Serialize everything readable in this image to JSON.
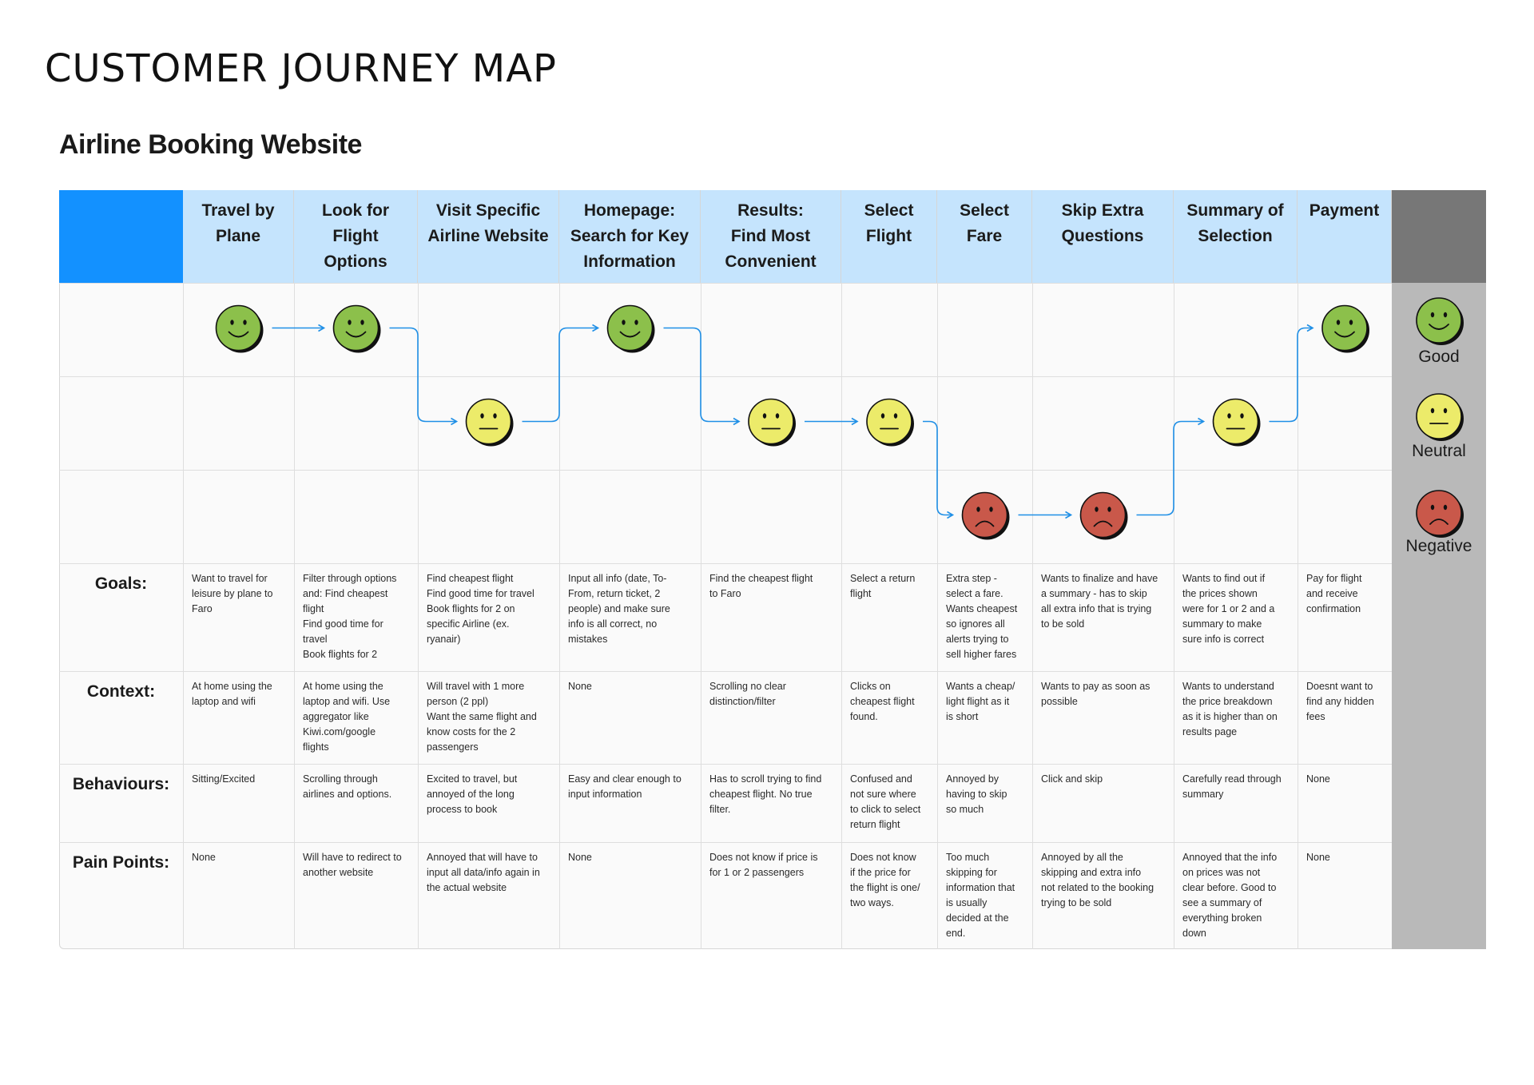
{
  "page": {
    "title": "CUSTOMER JOURNEY MAP",
    "subtitle": "Airline Booking Website"
  },
  "colors": {
    "corner": "#1391ff",
    "step_header": "#c5e4fd",
    "legend_header": "#777777",
    "legend_column": "#b9b9b9",
    "arrow": "#1f8fe6",
    "good": "#8cc04b",
    "neutral": "#eceb6a",
    "negative": "#c9584a"
  },
  "steps": [
    {
      "label": "Travel by\nPlane",
      "emotion": "good"
    },
    {
      "label": "Look for\nFlight\nOptions",
      "emotion": "good"
    },
    {
      "label": "Visit Specific\nAirline Website",
      "emotion": "neutral"
    },
    {
      "label": "Homepage:\nSearch for Key\nInformation",
      "emotion": "good"
    },
    {
      "label": "Results:\nFind Most\nConvenient",
      "emotion": "neutral"
    },
    {
      "label": "Select\nFlight",
      "emotion": "neutral"
    },
    {
      "label": "Select\nFare",
      "emotion": "negative"
    },
    {
      "label": "Skip Extra\nQuestions",
      "emotion": "negative"
    },
    {
      "label": "Summary of\nSelection",
      "emotion": "neutral"
    },
    {
      "label": "Payment",
      "emotion": "good"
    }
  ],
  "legend": [
    {
      "key": "good",
      "label": "Good",
      "icon": "happy-face-icon"
    },
    {
      "key": "neutral",
      "label": "Neutral",
      "icon": "neutral-face-icon"
    },
    {
      "key": "negative",
      "label": "Negative",
      "icon": "sad-face-icon"
    }
  ],
  "rows": [
    {
      "label": "Goals:",
      "cells": [
        "Want to travel for\nleisure by plane to\nFaro",
        "Filter through options\nand: Find cheapest\nflight\nFind good time for\ntravel\nBook flights for 2",
        "Find cheapest flight\nFind good time for travel\nBook flights for 2 on\nspecific Airline (ex.\nryanair)",
        "Input all info (date, To-\nFrom, return ticket, 2\npeople) and make sure\ninfo is all correct, no\nmistakes",
        "Find the cheapest flight\nto Faro",
        "Select a return\nflight",
        "Extra step -\nselect a fare.\nWants cheapest\nso ignores all\nalerts trying to\nsell higher fares",
        "Wants to finalize and have\na summary - has to skip\nall extra info that is trying\nto be sold",
        "Wants to find out if\nthe prices shown\nwere for 1 or 2 and a\nsummary to make\nsure info is correct",
        "Pay for flight\nand receive\nconfirmation"
      ]
    },
    {
      "label": "Context:",
      "cells": [
        "At home using the\nlaptop and wifi",
        "At home using the\nlaptop and wifi. Use\naggregator like\nKiwi.com/google\nflights",
        "Will travel with 1 more\nperson (2 ppl)\nWant the same flight and\nknow costs for the 2\npassengers",
        "None",
        "Scrolling no clear\ndistinction/filter",
        "Clicks on\ncheapest flight\nfound.",
        "Wants a cheap/\nlight flight as it\nis short",
        "Wants to pay as soon as\npossible",
        "Wants to understand\nthe price breakdown\nas it is higher than on\nresults page",
        "Doesnt want to\nfind any hidden\nfees"
      ]
    },
    {
      "label": "Behaviours:",
      "cells": [
        "Sitting/Excited",
        "Scrolling through\nairlines and options.",
        "Excited to travel, but\nannoyed of the long\nprocess to book",
        "Easy and clear enough to\ninput information",
        "Has to scroll trying to find\ncheapest flight. No true\nfilter.",
        "Confused and\nnot sure where\nto click to select\nreturn flight",
        "Annoyed by\nhaving to skip\nso much",
        "Click and skip",
        "Carefully read through\nsummary",
        "None"
      ]
    },
    {
      "label": "Pain Points:",
      "cells": [
        "None",
        "Will have to redirect to\nanother website",
        "Annoyed that will have to\ninput all data/info again in\nthe actual website",
        "None",
        "Does not know if price is\nfor 1 or 2 passengers",
        "Does not know\nif the price for\nthe flight is one/\ntwo ways.",
        "Too much\nskipping for\ninformation that\nis usually\ndecided at the\nend.",
        "Annoyed by all the\nskipping and extra info\nnot related to the booking\ntrying to be sold",
        "Annoyed that the info\non prices was not\nclear before. Good to\nsee a summary of\neverything broken\ndown",
        "None"
      ]
    }
  ]
}
